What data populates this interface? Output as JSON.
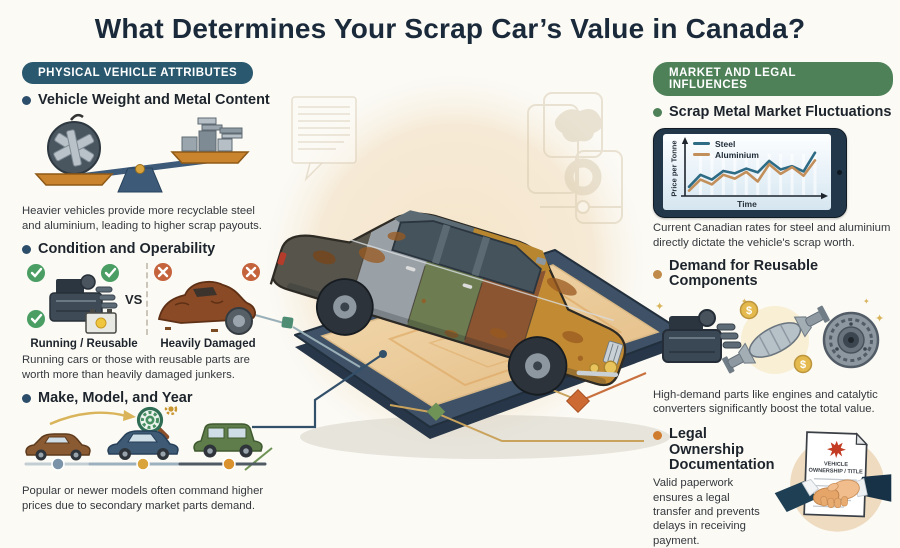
{
  "title": "What Determines Your Scrap Car’s Value in Canada?",
  "left_column": {
    "header": "PHYSICAL VEHICLE ATTRIBUTES",
    "sections": [
      {
        "heading": "Vehicle Weight and Metal Content",
        "body": "Heavier vehicles provide more recyclable steel and aluminium, leading to higher scrap payouts."
      },
      {
        "heading": "Condition and Operability",
        "vs_label": "VS",
        "left_label": "Running / Reusable",
        "right_label": "Heavily Damaged",
        "body": "Running cars or those with reusable parts are worth more than heavily damaged junkers."
      },
      {
        "heading": "Make, Model, and Year",
        "body": "Popular or newer models often command higher prices due to secondary market parts demand."
      }
    ]
  },
  "right_column": {
    "header": "MARKET AND LEGAL INFLUENCES",
    "sections": [
      {
        "heading": "Scrap Metal Market Fluctuations",
        "body": "Current Canadian rates for steel and aluminium directly dictate the vehicle's scrap worth."
      },
      {
        "heading": "Demand for Reusable Components",
        "body": "High-demand parts like engines and catalytic converters significantly boost the total value."
      },
      {
        "heading": "Legal Ownership Documentation",
        "body": "Valid paperwork ensures a legal transfer and prevents delays in receiving payment.",
        "document_label_line1": "VEHICLE",
        "document_label_line2": "OWNERSHIP / TITLE"
      }
    ]
  },
  "chart_data": {
    "type": "line",
    "x": [
      0,
      1,
      2,
      3,
      4,
      5,
      6,
      7,
      8,
      9,
      10,
      11
    ],
    "series": [
      {
        "name": "Steel",
        "color": "#2e6b85",
        "values": [
          1.5,
          4.0,
          3.0,
          4.8,
          4.3,
          5.3,
          4.5,
          6.9,
          5.1,
          5.8,
          4.7,
          8.6
        ]
      },
      {
        "name": "Aluminium",
        "color": "#c28f5a",
        "values": [
          0.7,
          3.0,
          2.0,
          4.0,
          3.2,
          4.6,
          2.6,
          6.2,
          4.2,
          5.6,
          3.8,
          7.0
        ]
      }
    ],
    "xlabel": "Time",
    "ylabel": "Price per Tonne",
    "ylim": [
      0,
      10
    ],
    "grid": "faint-vertical-gridlines",
    "legend_position": "top-left",
    "frame": "tablet"
  },
  "colors": {
    "title_navy": "#1b2a3a",
    "pill_physical": "#2a586e",
    "pill_market": "#4e8158",
    "steel_line": "#2e6b85",
    "aluminium_line": "#c28f5a",
    "check_green": "#4a9e63",
    "cross_orange": "#c4633c",
    "gold_accent": "#d9a43c",
    "maple_red": "#c23b22"
  }
}
